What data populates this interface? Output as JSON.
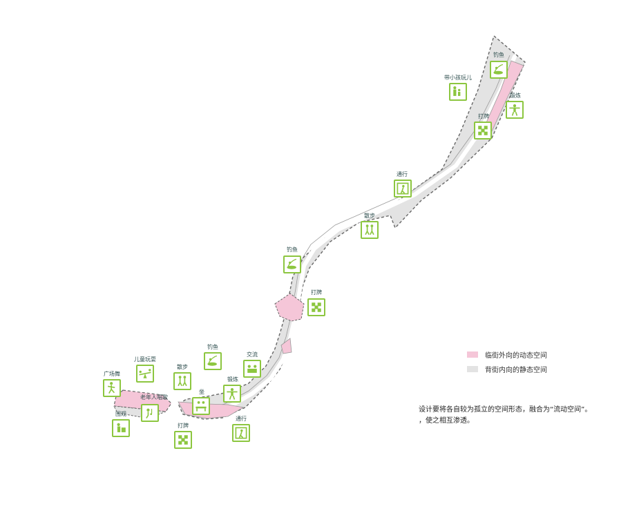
{
  "colors": {
    "dynamic": "#f5c6d8",
    "static": "#e3e3e3",
    "icon_green": "#8cc63f",
    "outline": "#666666"
  },
  "activities": [
    {
      "id": "fishing-top",
      "label": "钓鱼",
      "icon": "fishing-icon"
    },
    {
      "id": "kids-top",
      "label": "带小孩玩儿",
      "icon": "child-play-icon"
    },
    {
      "id": "exercise-top",
      "label": "锻炼",
      "icon": "exercise-icon"
    },
    {
      "id": "cards-top",
      "label": "打牌",
      "icon": "cards-icon"
    },
    {
      "id": "pass-mid",
      "label": "通行",
      "icon": "passage-icon"
    },
    {
      "id": "walk-mid",
      "label": "散步",
      "icon": "walking-icon"
    },
    {
      "id": "fishing-mid",
      "label": "钓鱼",
      "icon": "fishing-icon"
    },
    {
      "id": "cards-mid",
      "label": "打牌",
      "icon": "cards-icon"
    },
    {
      "id": "fishing-low",
      "label": "钓鱼",
      "icon": "fishing-icon"
    },
    {
      "id": "chat-low",
      "label": "交流",
      "icon": "conversation-icon"
    },
    {
      "id": "kids-low",
      "label": "儿童玩耍",
      "icon": "seesaw-icon"
    },
    {
      "id": "square-dance",
      "label": "广场舞",
      "icon": "dance-icon"
    },
    {
      "id": "walk-low",
      "label": "散步",
      "icon": "walking-icon"
    },
    {
      "id": "exercise-low",
      "label": "锻炼",
      "icon": "exercise-icon"
    },
    {
      "id": "sit-low",
      "label": "坐",
      "icon": "bench-icon"
    },
    {
      "id": "singing",
      "label": "老年人唱歌",
      "icon": "singing-icon"
    },
    {
      "id": "watch",
      "label": "围观",
      "icon": "watching-icon"
    },
    {
      "id": "cards-low",
      "label": "打牌",
      "icon": "cards-icon"
    },
    {
      "id": "pass-low",
      "label": "通行",
      "icon": "passage-icon"
    }
  ],
  "legend": {
    "dynamic_label": "临街外向的动态空间",
    "static_label": "背街内向的静态空间"
  },
  "note": {
    "line1": "设计要将各自较为孤立的空间形态，融合为“流动空间”。",
    "line2": "，使之相互渗透。"
  }
}
